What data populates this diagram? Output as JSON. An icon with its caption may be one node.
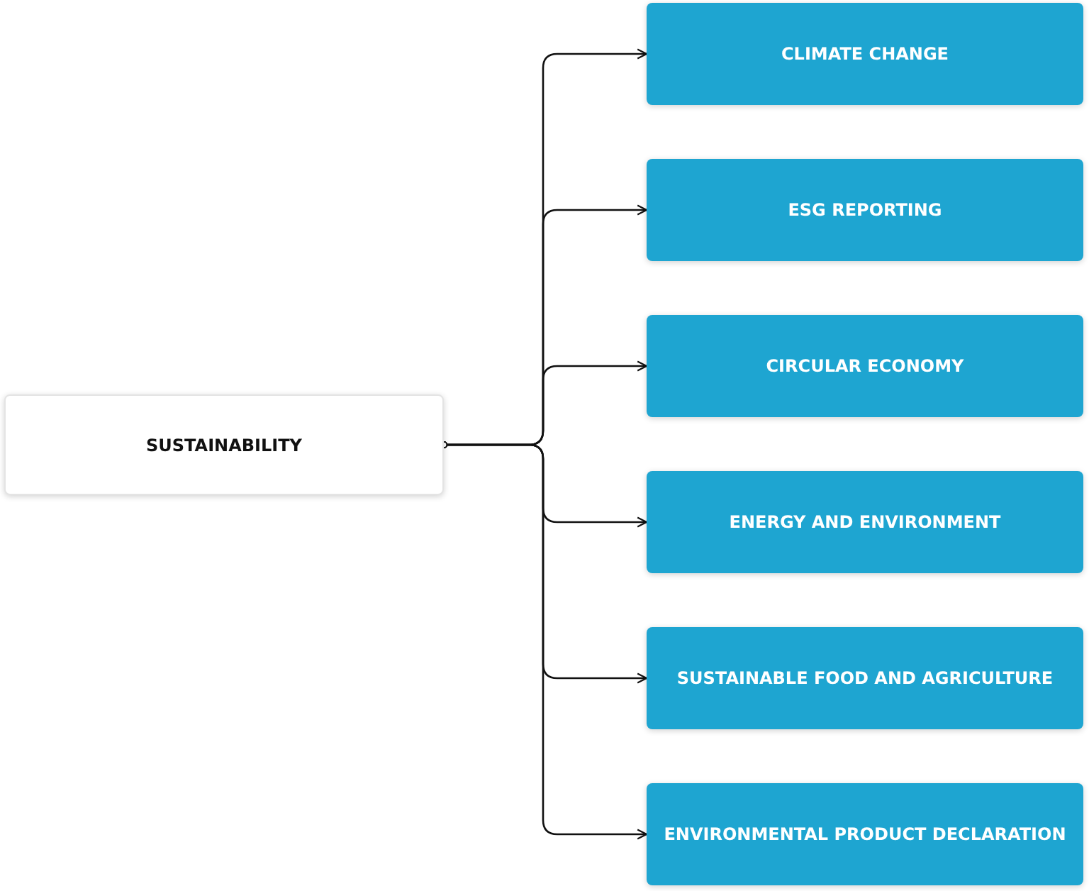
{
  "diagram": {
    "nodes": [
      {
        "text": [
          "SUSTAINABILITY"
        ]
      },
      {
        "text": [
          "CLIMATE CHANGE"
        ]
      },
      {
        "text": [
          "ESG REPORTING"
        ]
      },
      {
        "text": [
          "CIRCULAR ECONOMY"
        ]
      },
      {
        "text": [
          "ENERGY AND ENVIRONMENT"
        ]
      },
      {
        "text": [
          "SUSTAINABLE FOOD AND AGRICULTURE"
        ]
      },
      {
        "text": [
          "ENVIRONMENTAL PRODUCT DECLARATION"
        ]
      }
    ],
    "edges": [
      {
        "from": 0,
        "to": 1,
        "arrow": "to"
      },
      {
        "from": 0,
        "to": 2,
        "arrow": "to"
      },
      {
        "from": 0,
        "to": 3,
        "arrow": "to"
      },
      {
        "from": 0,
        "to": 4,
        "arrow": "to"
      },
      {
        "from": 0,
        "to": 5,
        "arrow": "to"
      },
      {
        "from": 0,
        "to": 6,
        "arrow": "to"
      }
    ]
  }
}
